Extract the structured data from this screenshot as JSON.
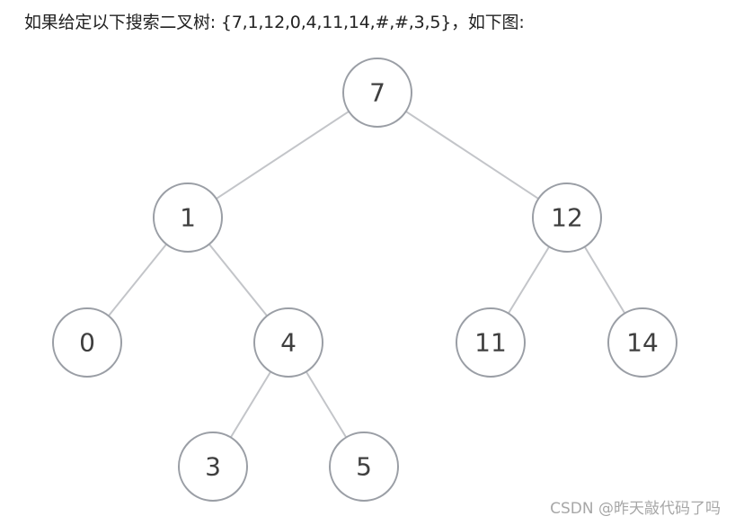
{
  "caption": "如果给定以下搜索二叉树: {7,1,12,0,4,11,14,#,#,3,5}，如下图:",
  "watermark": "CSDN @昨天敲代码了吗",
  "colors": {
    "edge": "#c3c5c9",
    "node_stroke": "#9a9ea5",
    "node_fill": "#ffffff",
    "label": "#3f3f3f",
    "text": "#222222",
    "watermark": "#a7a7a7"
  },
  "tree": {
    "nodes": [
      {
        "id": "7",
        "label": "7"
      },
      {
        "id": "1",
        "label": "1"
      },
      {
        "id": "12",
        "label": "12"
      },
      {
        "id": "0",
        "label": "0"
      },
      {
        "id": "4",
        "label": "4"
      },
      {
        "id": "11",
        "label": "11"
      },
      {
        "id": "14",
        "label": "14"
      },
      {
        "id": "3",
        "label": "3"
      },
      {
        "id": "5",
        "label": "5"
      }
    ],
    "edges": [
      {
        "from": "7",
        "to": "1"
      },
      {
        "from": "7",
        "to": "12"
      },
      {
        "from": "1",
        "to": "0"
      },
      {
        "from": "1",
        "to": "4"
      },
      {
        "from": "12",
        "to": "11"
      },
      {
        "from": "12",
        "to": "14"
      },
      {
        "from": "4",
        "to": "3"
      },
      {
        "from": "4",
        "to": "5"
      }
    ]
  }
}
